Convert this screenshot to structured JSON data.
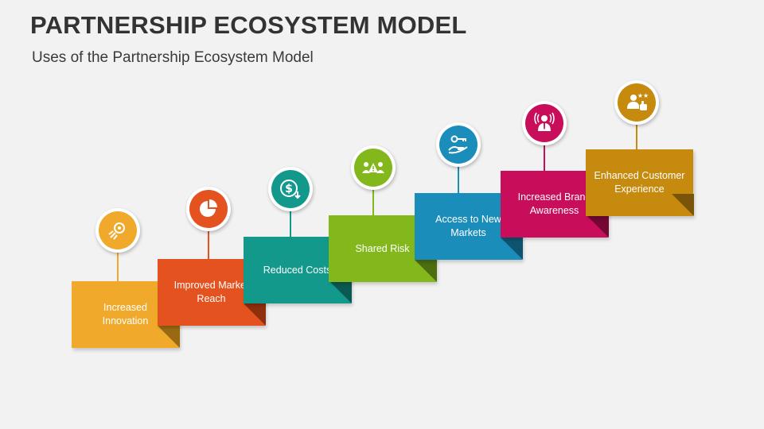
{
  "header": {
    "title": "PARTNERSHIP ECOSYSTEM MODEL",
    "subtitle": "Uses of the Partnership Ecosystem Model"
  },
  "steps": [
    {
      "label": "Increased Innovation",
      "color": "#f0a92b",
      "dark": "#9a6a12",
      "icon": "innovation-rocket-icon"
    },
    {
      "label": "Improved Market Reach",
      "color": "#e4521f",
      "dark": "#8e2f0e",
      "icon": "pie-chart-icon"
    },
    {
      "label": "Reduced Costs",
      "color": "#12998c",
      "dark": "#0a5a52",
      "icon": "dollar-down-icon"
    },
    {
      "label": "Shared Risk",
      "color": "#83b81d",
      "dark": "#4d6d10",
      "icon": "shared-risk-icon"
    },
    {
      "label": "Access to New Markets",
      "color": "#1b8dbb",
      "dark": "#0e5470",
      "icon": "key-hand-icon"
    },
    {
      "label": "Increased Brand Awareness",
      "color": "#c80e5a",
      "dark": "#740733",
      "icon": "brand-person-icon"
    },
    {
      "label": "Enhanced Customer Experience",
      "color": "#c68a0f",
      "dark": "#7a5408",
      "icon": "customer-rating-icon"
    }
  ]
}
